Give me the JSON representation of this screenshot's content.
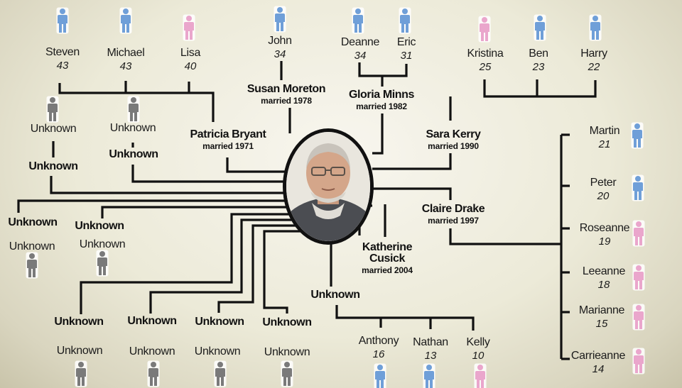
{
  "colors": {
    "male": "#6f9fd8",
    "female": "#eaa6cc",
    "unknown": "#7a7a7a",
    "line": "#111111"
  },
  "people": [
    {
      "id": "steven",
      "name": "Steven",
      "age": "43",
      "sex": "male"
    },
    {
      "id": "michael",
      "name": "Michael",
      "age": "43",
      "sex": "male"
    },
    {
      "id": "lisa",
      "name": "Lisa",
      "age": "40",
      "sex": "female"
    },
    {
      "id": "john",
      "name": "John",
      "age": "34",
      "sex": "male"
    },
    {
      "id": "deanne",
      "name": "Deanne",
      "age": "34",
      "sex": "male"
    },
    {
      "id": "eric",
      "name": "Eric",
      "age": "31",
      "sex": "male"
    },
    {
      "id": "kristina",
      "name": "Kristina",
      "age": "25",
      "sex": "female"
    },
    {
      "id": "ben",
      "name": "Ben",
      "age": "23",
      "sex": "male"
    },
    {
      "id": "harry",
      "name": "Harry",
      "age": "22",
      "sex": "male"
    },
    {
      "id": "martin",
      "name": "Martin",
      "age": "21",
      "sex": "male"
    },
    {
      "id": "peter",
      "name": "Peter",
      "age": "20",
      "sex": "male"
    },
    {
      "id": "roseanne",
      "name": "Roseanne",
      "age": "19",
      "sex": "female"
    },
    {
      "id": "leeanne",
      "name": "Leeanne",
      "age": "18",
      "sex": "female"
    },
    {
      "id": "marianne",
      "name": "Marianne",
      "age": "15",
      "sex": "female"
    },
    {
      "id": "carrieanne",
      "name": "Carrieanne",
      "age": "14",
      "sex": "female"
    },
    {
      "id": "anthony",
      "name": "Anthony",
      "age": "16",
      "sex": "male"
    },
    {
      "id": "nathan",
      "name": "Nathan",
      "age": "13",
      "sex": "male"
    },
    {
      "id": "kelly",
      "name": "Kelly",
      "age": "10",
      "sex": "female"
    },
    {
      "id": "unk-c1",
      "name": "Unknown",
      "age": "",
      "sex": "unknown"
    },
    {
      "id": "unk-c2",
      "name": "Unknown",
      "age": "",
      "sex": "unknown"
    },
    {
      "id": "unk-c3",
      "name": "Unknown",
      "age": "",
      "sex": "unknown"
    },
    {
      "id": "unk-c4",
      "name": "Unknown",
      "age": "",
      "sex": "unknown"
    },
    {
      "id": "unk-c5",
      "name": "Unknown",
      "age": "",
      "sex": "unknown"
    },
    {
      "id": "unk-c6",
      "name": "Unknown",
      "age": "",
      "sex": "unknown"
    },
    {
      "id": "unk-c7",
      "name": "Unknown",
      "age": "",
      "sex": "unknown"
    },
    {
      "id": "unk-c8",
      "name": "Unknown",
      "age": "",
      "sex": "unknown"
    }
  ],
  "spouses": [
    {
      "id": "susan",
      "name": "Susan Moreton",
      "year": "married 1978"
    },
    {
      "id": "gloria",
      "name": "Gloria Minns",
      "year": "married 1982"
    },
    {
      "id": "patricia",
      "name": "Patricia Bryant",
      "year": "married 1971"
    },
    {
      "id": "sara",
      "name": "Sara Kerry",
      "year": "married 1990"
    },
    {
      "id": "claire",
      "name": "Claire Drake",
      "year": "married 1997"
    },
    {
      "id": "katherine",
      "name": "Katherine\nCusick",
      "year": "married 2004"
    },
    {
      "id": "unk-s1",
      "name": "Unknown",
      "year": ""
    },
    {
      "id": "unk-s2",
      "name": "Unknown",
      "year": ""
    },
    {
      "id": "unk-s3",
      "name": "Unknown",
      "year": ""
    },
    {
      "id": "unk-s4",
      "name": "Unknown",
      "year": ""
    },
    {
      "id": "unk-s5",
      "name": "Unknown",
      "year": ""
    },
    {
      "id": "unk-s6",
      "name": "Unknown",
      "year": ""
    },
    {
      "id": "unk-s7",
      "name": "Unknown",
      "year": ""
    },
    {
      "id": "unk-s8",
      "name": "Unknown",
      "year": ""
    },
    {
      "id": "unk-s9",
      "name": "Unknown",
      "year": ""
    }
  ]
}
